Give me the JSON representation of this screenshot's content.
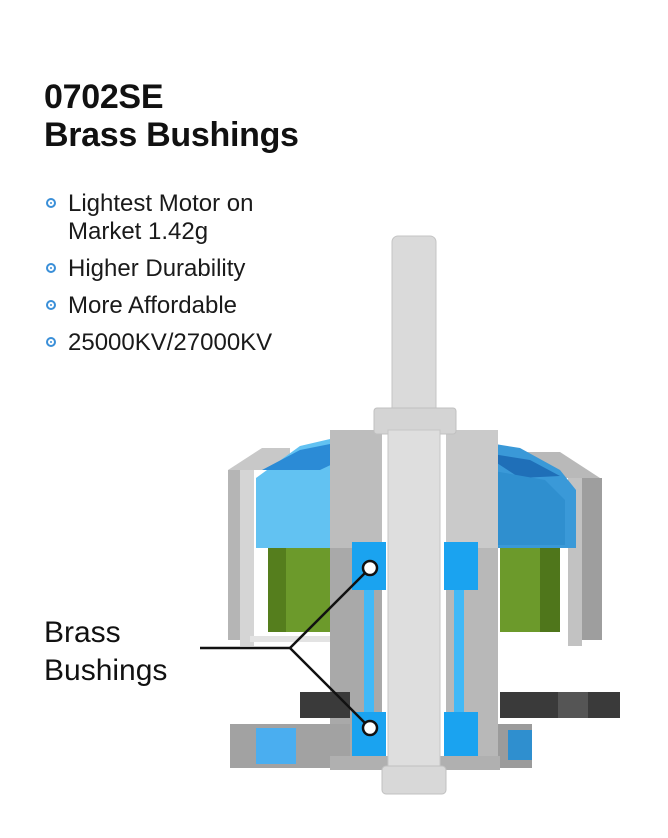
{
  "title": {
    "line1": "0702SE",
    "line2": "Brass Bushings"
  },
  "features": [
    "Lightest Motor on Market 1.42g",
    "Higher Durability",
    "More Affordable",
    "25000KV/27000KV"
  ],
  "callout": {
    "line1": "Brass",
    "line2": "Bushings"
  },
  "colors": {
    "accent_blue": "#3a8fd8",
    "bushing_blue": "#1aa3f0",
    "magnet_green": "#5f8f22",
    "shaft_gray": "#d9d9d9",
    "body_gray": "#a9a9a9"
  },
  "icons": {
    "bullet": "circle-bullet-icon",
    "motor": "motor-cutaway-illustration"
  }
}
